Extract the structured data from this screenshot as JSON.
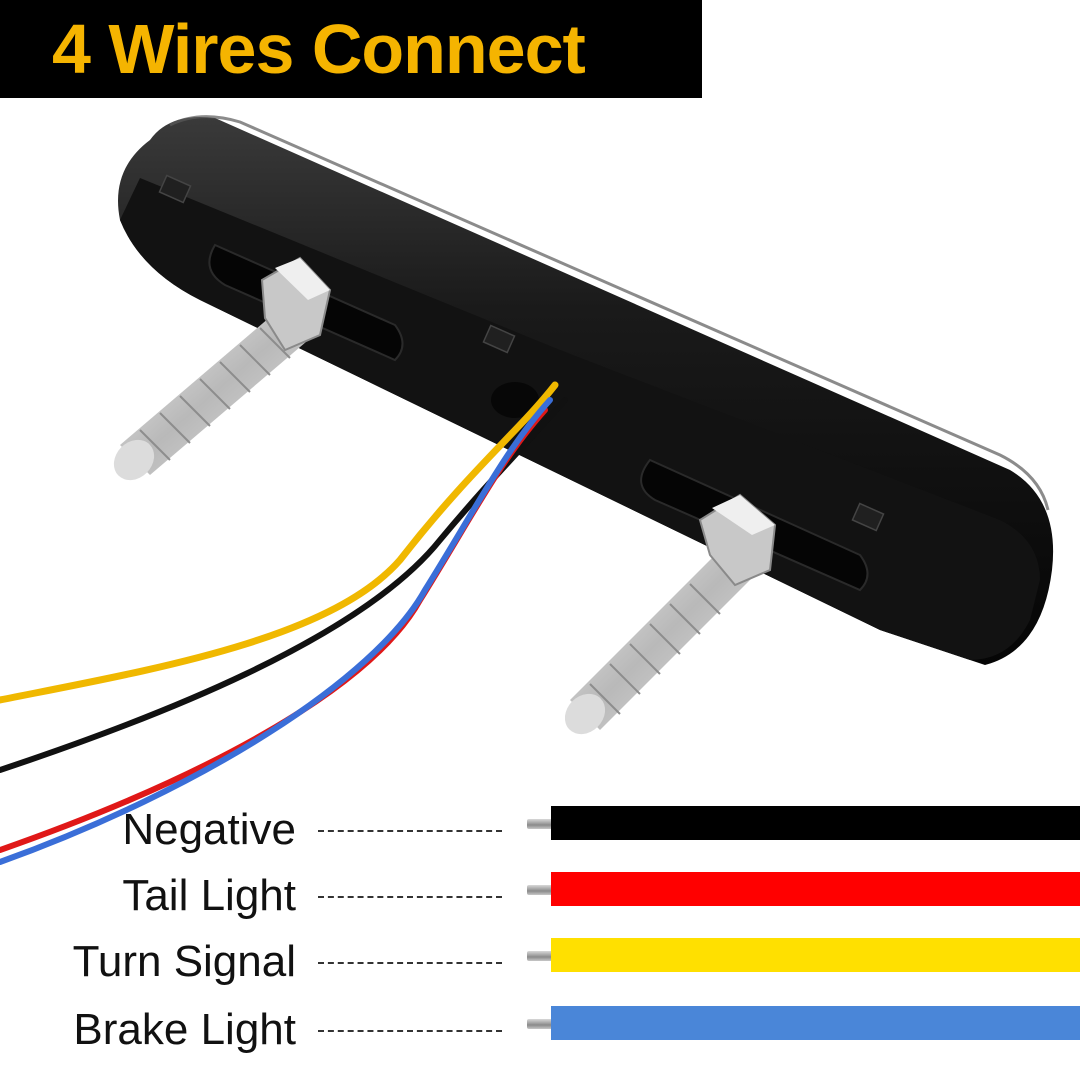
{
  "title": {
    "text": "4 Wires Connect",
    "text_color": "#f5b400",
    "background": "#000000"
  },
  "product_image": {
    "icon": "led-light-bar-with-bolts-icon"
  },
  "legend": [
    {
      "label": "Negative",
      "color": "#000000"
    },
    {
      "label": "Tail Light",
      "color": "#ff0000"
    },
    {
      "label": "Turn Signal",
      "color": "#ffe000"
    },
    {
      "label": "Brake Light",
      "color": "#4a86d8"
    }
  ]
}
